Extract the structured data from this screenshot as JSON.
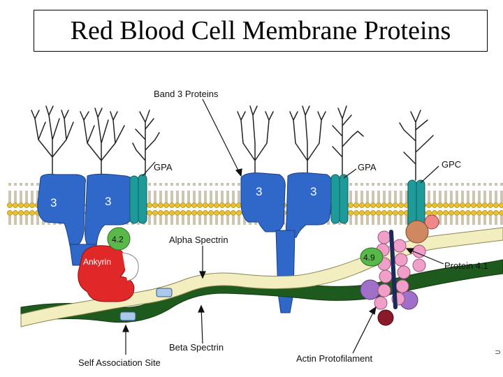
{
  "title": "Red Blood Cell Membrane Proteins",
  "labels": {
    "band3": "Band 3 Proteins",
    "gpa_left": "GPA",
    "gpa_right": "GPA",
    "gpc": "GPC",
    "alpha_spectrin": "Alpha Spectrin",
    "protein41": "Protein 4.1",
    "beta_spectrin": "Beta Spectrin",
    "self_association": "Self Association Site",
    "actin": "Actin Protofilament",
    "ankyrin": "Ankyrin",
    "p42": "4.2",
    "p49": "4.9",
    "b3_1": "3",
    "b3_2": "3",
    "b3_3": "3",
    "b3_4": "3"
  },
  "colors": {
    "band3": "#2f68c8",
    "gpa": "#1f9a9a",
    "lipid_head": "#e8c02a",
    "alpha_spectrin": "#f2eec0",
    "beta_spectrin": "#1e5a1e",
    "ankyrin": "#e02828",
    "protein42": "#58b848",
    "actin": "#f0a0c8",
    "tropomodulin": "#8a1a2a",
    "protein41": "#d08860",
    "adducin": "#a070c8"
  }
}
